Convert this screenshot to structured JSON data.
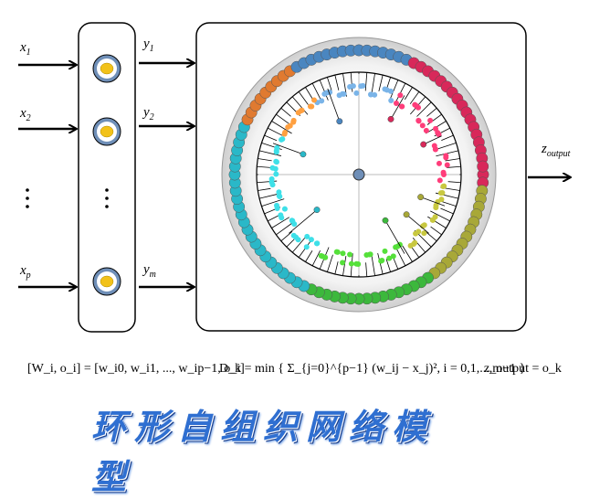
{
  "inputs": [
    {
      "base": "x",
      "sub": "1"
    },
    {
      "base": "x",
      "sub": "2"
    },
    {
      "base": "x",
      "sub": "p"
    }
  ],
  "outputs": [
    {
      "base": "y",
      "sub": "1"
    },
    {
      "base": "y",
      "sub": "2"
    },
    {
      "base": "y",
      "sub": "m"
    }
  ],
  "output_label": {
    "base": "z",
    "sub": "output"
  },
  "formulas": {
    "weight_vector": "[W_i, o_i] = [w_i0, w_i1, ..., w_ip−1, o_i]",
    "distance": "D_k = min { Σ_{j=0}^{p−1} (w_ij − x_j)², i = 0,1,...,m−1 }",
    "output": "z_output = o_k"
  },
  "title": "环形自组织网络模型",
  "colors": {
    "node_outer": "#6f8fb8",
    "node_inner": "#f2c21a",
    "ring_blue": "#4a86c0",
    "ring_red": "#d8285a",
    "ring_olive": "#a8a838",
    "ring_green": "#3cb83c",
    "ring_cyan": "#2ab8c8",
    "ring_orange": "#e07a30",
    "title": "#2f6fd1"
  }
}
